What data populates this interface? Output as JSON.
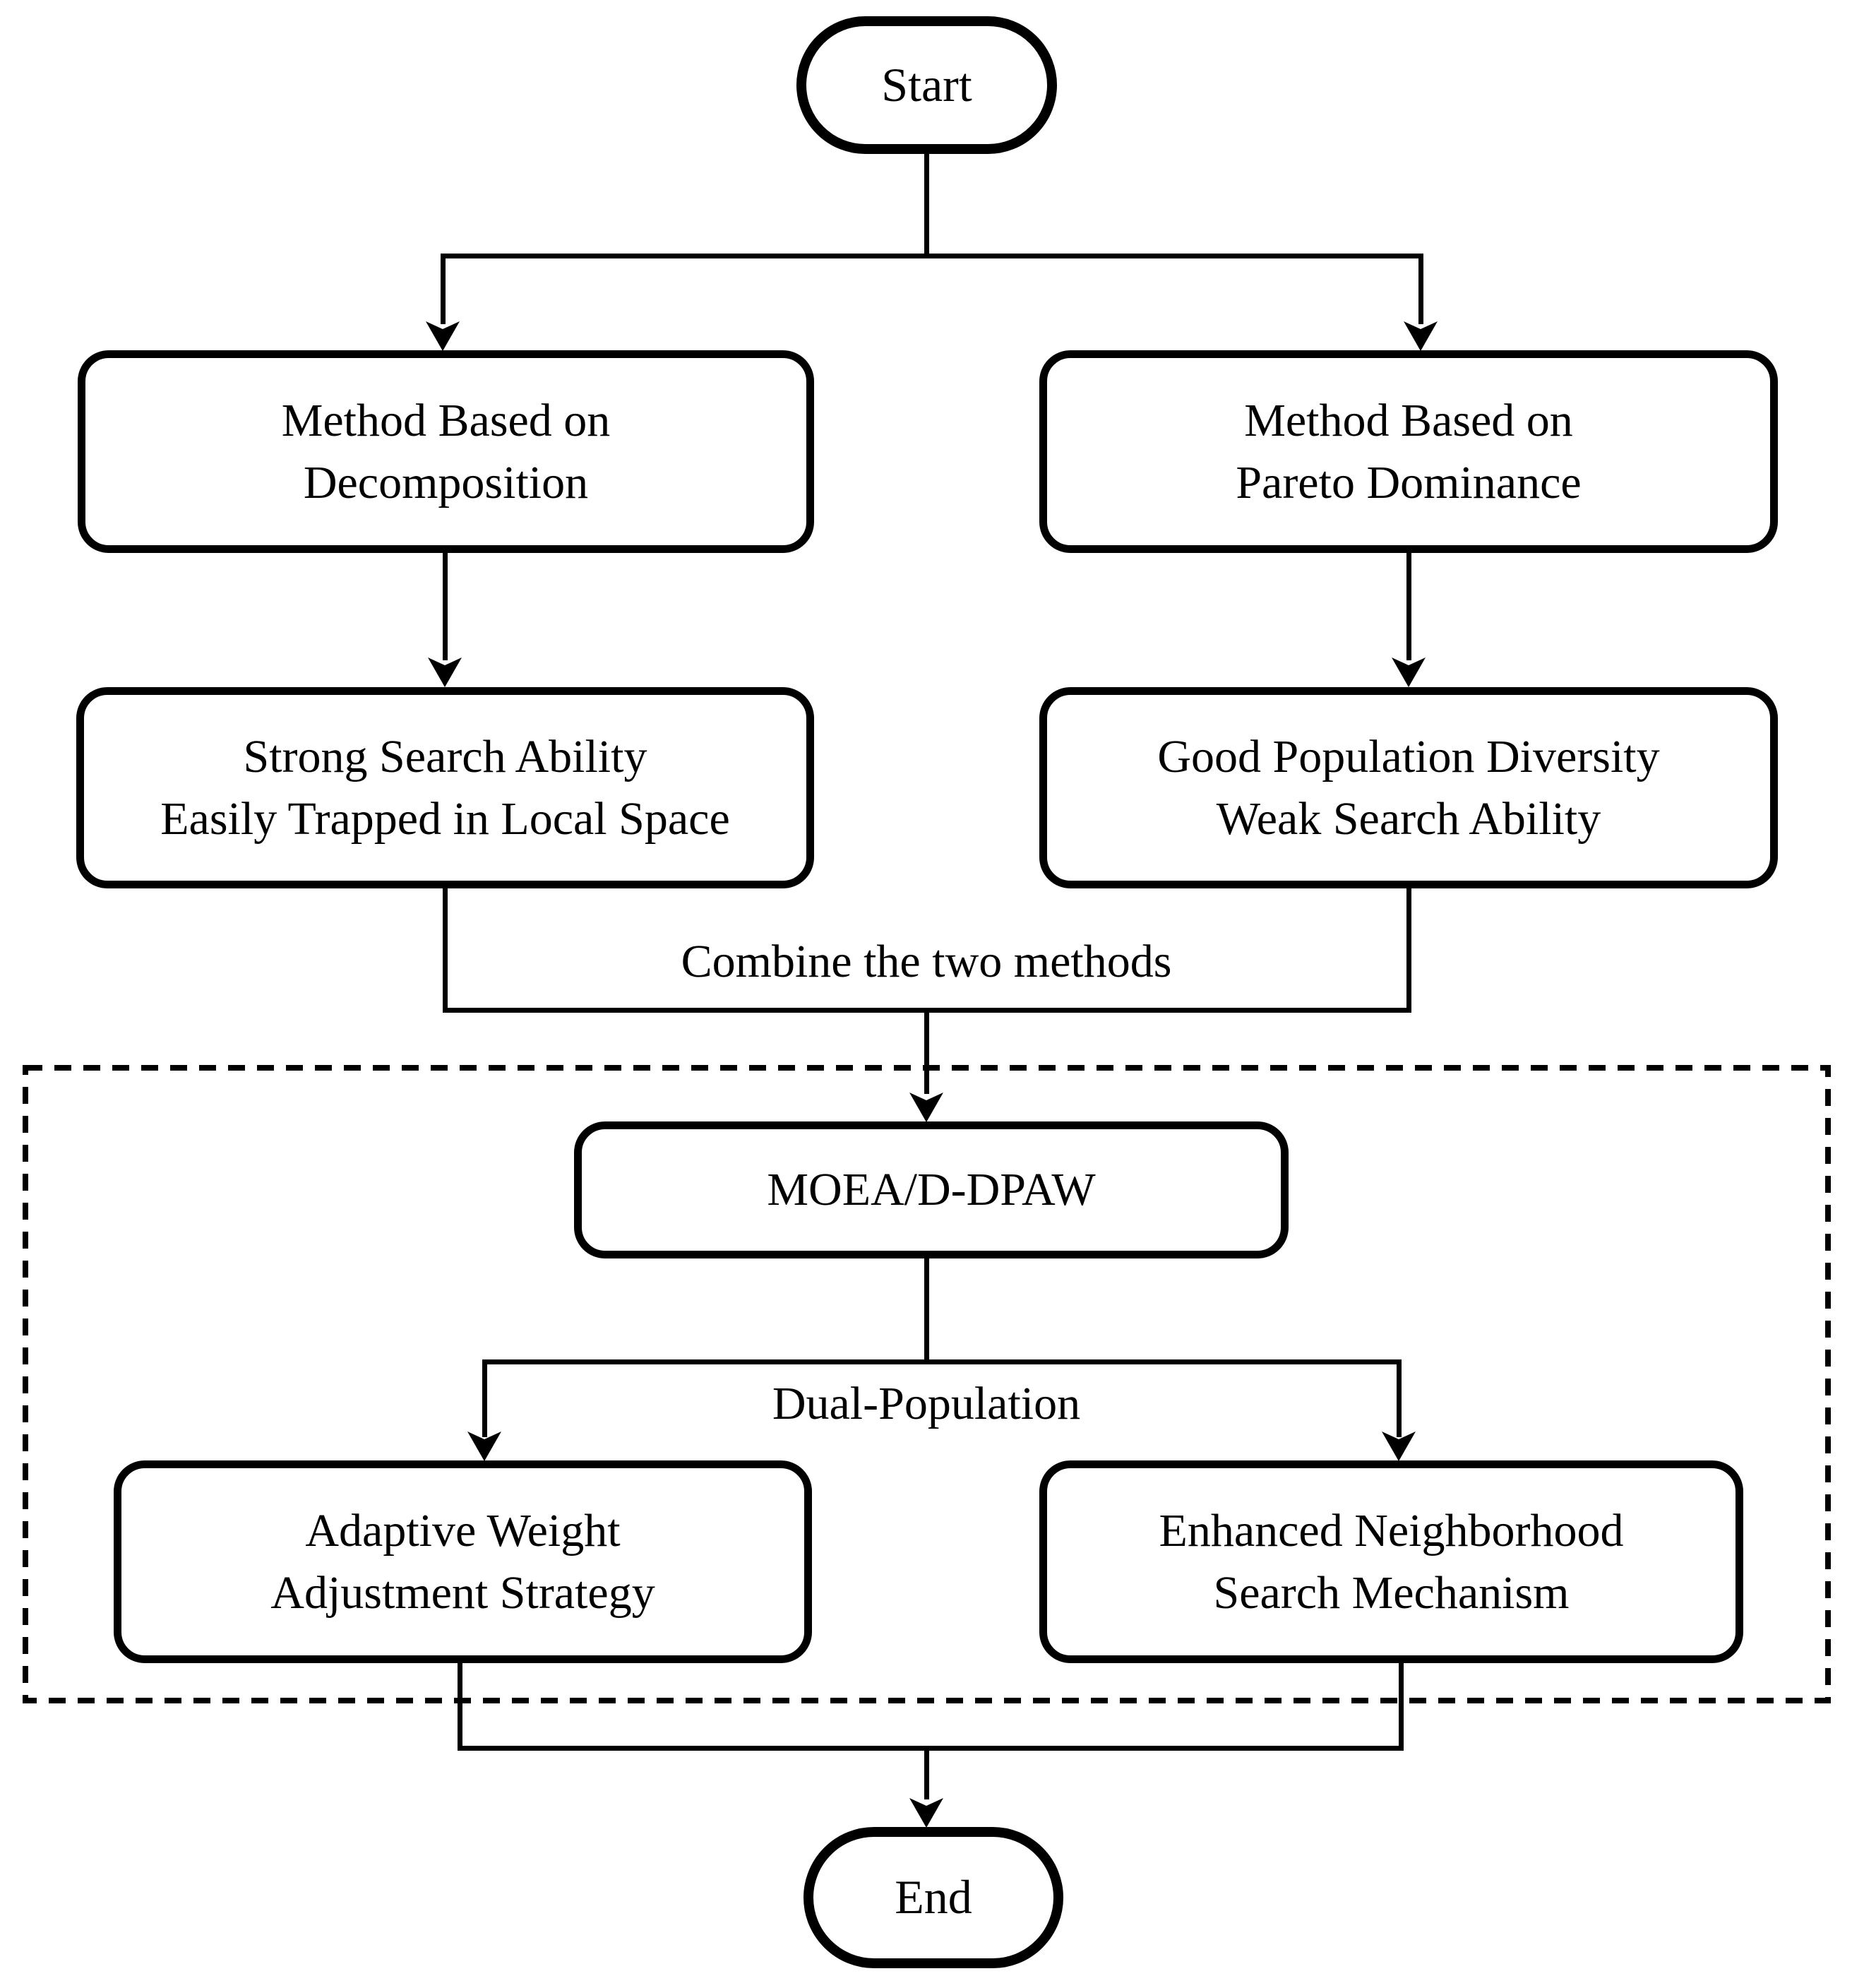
{
  "flowchart": {
    "start_label": "Start",
    "end_label": "End",
    "nodes": {
      "decomposition": {
        "line1": "Method Based on",
        "line2": "Decomposition"
      },
      "pareto_dominance": {
        "line1": "Method Based on",
        "line2": "Pareto Dominance"
      },
      "decomposition_traits": {
        "line1": "Strong Search Ability",
        "line2": "Easily Trapped in Local Space"
      },
      "pareto_traits": {
        "line1": "Good Population Diversity",
        "line2": "Weak Search Ability"
      },
      "moead_dpaw": {
        "label": "MOEA/D-DPAW"
      },
      "adaptive_weight": {
        "line1": "Adaptive Weight",
        "line2": "Adjustment Strategy"
      },
      "enhanced_neighborhood": {
        "line1": "Enhanced Neighborhood",
        "line2": "Search Mechanism"
      }
    },
    "edge_labels": {
      "combine": "Combine the two methods",
      "dual_population": "Dual-Population"
    },
    "colors": {
      "stroke": "#000000",
      "background": "#ffffff"
    }
  }
}
